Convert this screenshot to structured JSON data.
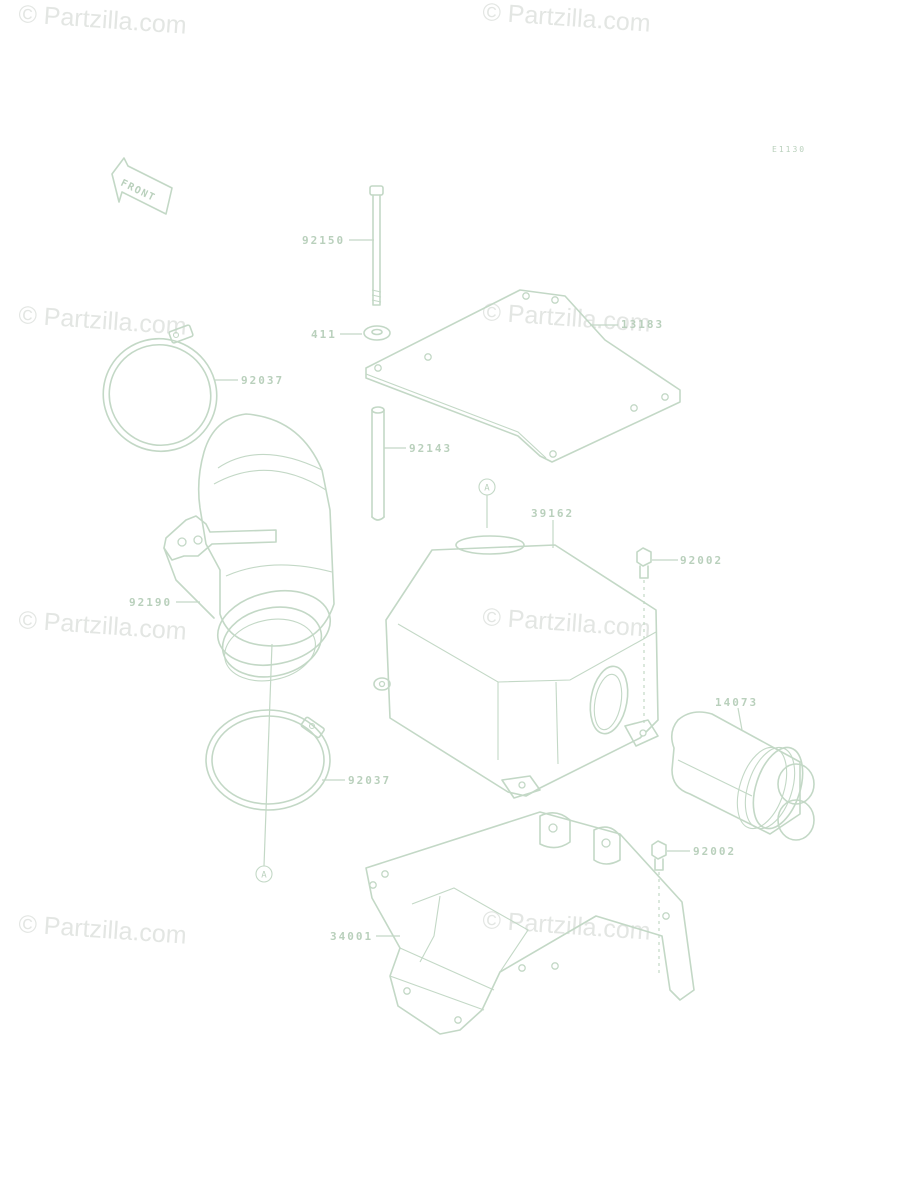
{
  "diagram": {
    "reference_code": "E1130",
    "front_label": "FRONT",
    "watermark": "© Partzilla.com",
    "callout_marker": "A",
    "parts": [
      {
        "number": "92150"
      },
      {
        "number": "411"
      },
      {
        "number": "13183"
      },
      {
        "number": "92037"
      },
      {
        "number": "92143"
      },
      {
        "number": "39162"
      },
      {
        "number": "92002"
      },
      {
        "number": "92190"
      },
      {
        "number": "14073"
      },
      {
        "number": "92037"
      },
      {
        "number": "92002"
      },
      {
        "number": "34001"
      }
    ]
  }
}
